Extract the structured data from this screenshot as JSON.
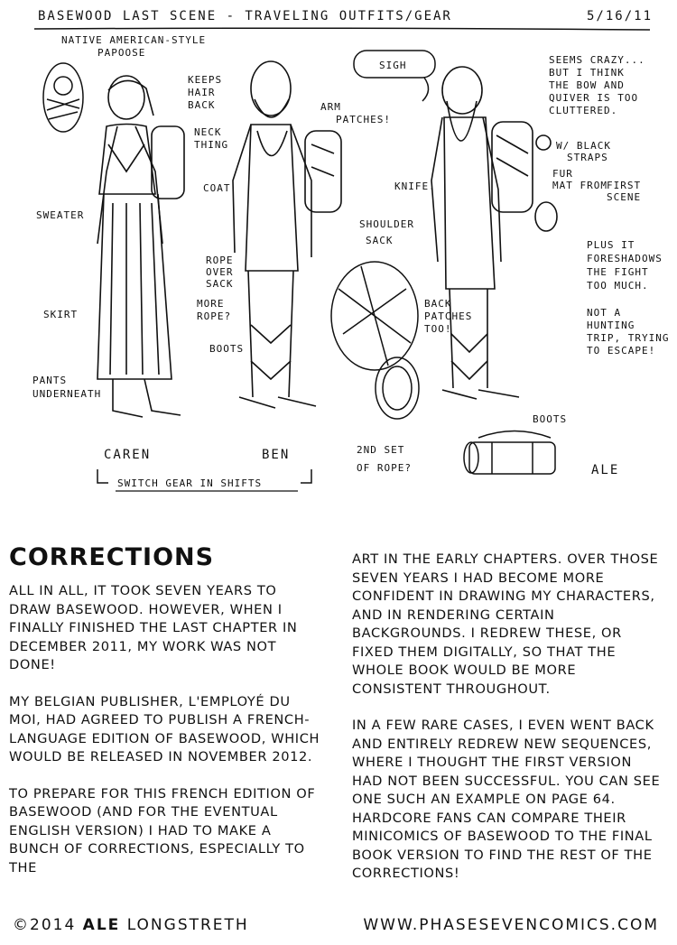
{
  "sketch": {
    "header_title": "BASEWOOD LAST SCENE - TRAVELING OUTFITS/GEAR",
    "header_date": "5/16/11",
    "annotations": {
      "papoose": "NATIVE AMERICAN-STYLE",
      "papoose2": "PAPOOSE",
      "keeps_hair": "KEEPS",
      "keeps_hair2": "HAIR",
      "keeps_hair3": "BACK",
      "neck_thing": "NECK",
      "neck_thing2": "THING",
      "sweater": "SWEATER",
      "skirt": "SKIRT",
      "pants": "PANTS",
      "pants2": "UNDERNEATH",
      "coat": "COAT",
      "rope_over": "ROPE",
      "rope_over2": "OVER",
      "rope_over3": "SACK",
      "more_rope": "MORE",
      "more_rope2": "ROPE?",
      "boots_left": "BOOTS",
      "arm_patches": "ARM",
      "arm_patches2": "PATCHES!",
      "shoulder_sack": "SHOULDER",
      "shoulder_sack2": "SACK",
      "back_patches": "BACK",
      "back_patches2": "PATCHES",
      "back_patches3": "TOO!",
      "sigh": "SIGH",
      "knife": "KNIFE.",
      "seems_crazy": "SEEMS CRAZY...",
      "seems_crazy2": "BUT I THINK",
      "seems_crazy3": "THE BOW AND",
      "seems_crazy4": "QUIVER IS TOO",
      "seems_crazy5": "CLUTTERED.",
      "black_straps": "W/ BLACK",
      "black_straps2": "STRAPS",
      "fur_mat": "FUR",
      "fur_mat2": "MAT FROM",
      "fur_mat3": "FIRST",
      "fur_mat4": "SCENE",
      "plus_it": "PLUS IT",
      "plus_it2": "FORESHADOWS",
      "plus_it3": "THE FIGHT",
      "plus_it4": "TOO MUCH.",
      "not_hunting": "NOT A",
      "not_hunting2": "HUNTING",
      "not_hunting3": "TRIP, TRYING",
      "not_hunting4": "TO ESCAPE!",
      "boots_right": "BOOTS",
      "second_rope": "2ND SET",
      "second_rope2": "OF ROPE?",
      "caren": "CAREN",
      "ben": "BEN",
      "switch_gear": "SWITCH GEAR IN SHIFTS",
      "signature": "ALE"
    }
  },
  "heading": "CORRECTIONS",
  "left_paragraphs": [
    "All in all, it took seven years to draw Basewood. However, when I finally finished the last chapter in December 2011, my work was not done!",
    "My Belgian publisher, L'Employé du Moi, had agreed to publish a French-language edition of Basewood, which would be released in November 2012.",
    "To prepare for this French edition of Basewood (and for the eventual English version) I had to make a bunch of corrections, especially to the"
  ],
  "right_paragraphs": [
    "art in the early chapters. Over those seven years I had become more confident in drawing my characters, and in rendering certain backgrounds. I redrew these, or fixed them digitally, so that the whole book would be more consistent throughout.",
    "In a few rare cases, I even went back and entirely redrew new sequences, where I thought the first version had not been successful. You can see one such an example on page 64. Hardcore fans can compare their minicomics of Basewood to the final book version to find the rest of the corrections!"
  ],
  "footer": {
    "copyright_prefix": "©2014",
    "copyright_logo": "ALE",
    "copyright_name": "LONGSTRETH",
    "website": "WWW.PHASESEVENCOMICS.COM"
  }
}
